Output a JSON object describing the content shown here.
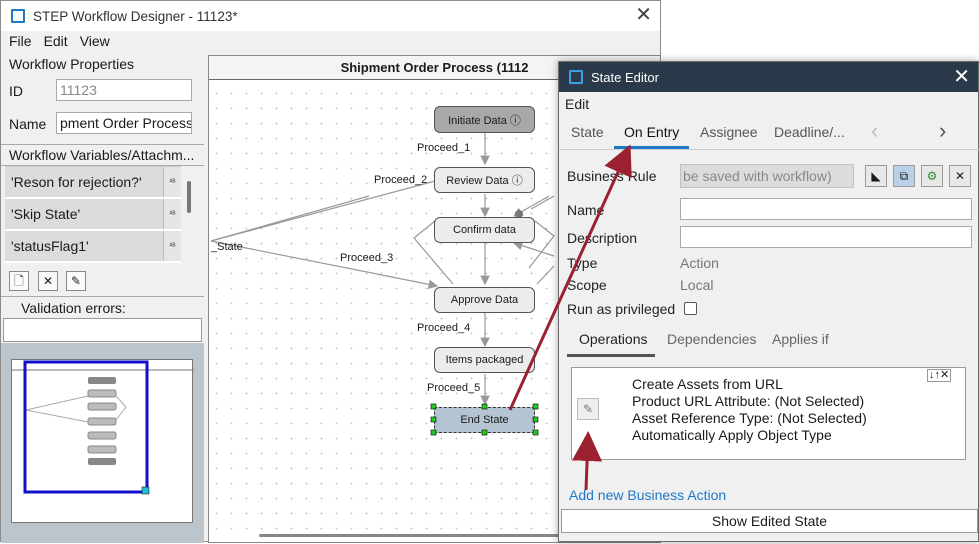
{
  "main_window": {
    "title": "STEP Workflow Designer - 11123*",
    "close_glyph": "✕",
    "menu": [
      "File",
      "Edit",
      "View"
    ]
  },
  "left_panel": {
    "workflow_properties_label": "Workflow Properties",
    "id_label": "ID",
    "id_value": "11123",
    "name_label": "Name",
    "name_value": "pment Order Process",
    "variables_label": "Workflow Variables/Attachm...",
    "variables": [
      "'Reson for rejection?'",
      "'Skip State'",
      "'statusFlag1'"
    ],
    "validation_label": "Validation errors:"
  },
  "diagram": {
    "title": "Shipment Order Process (1112",
    "nodes": {
      "initiate": "Initiate Data ⓘ",
      "review": "Review Data ⓘ",
      "confirm": "Confirm data",
      "approve": "Approve Data",
      "packaged": "Items packaged",
      "end": "End State"
    },
    "edges": {
      "p1": "Proceed_1",
      "p2": "Proceed_2",
      "p3": "Proceed_3",
      "p4": "Proceed_4",
      "p5": "Proceed_5",
      "state": "_State"
    }
  },
  "state_editor": {
    "title": "State Editor",
    "close_glyph": "✕",
    "menu_edit": "Edit",
    "tabs": [
      "State",
      "On Entry",
      "Assignee",
      "Deadline/..."
    ],
    "active_tab": "On Entry",
    "business_rule_label": "Business Rule",
    "business_rule_value": "be saved with workflow)",
    "name_label": "Name",
    "description_label": "Description",
    "type_label": "Type",
    "type_value": "Action",
    "scope_label": "Scope",
    "scope_value": "Local",
    "privileged_label": "Run as privileged",
    "subtabs": [
      "Operations",
      "Dependencies",
      "Applies if"
    ],
    "operation_lines": [
      "Create Assets from URL",
      "Product URL Attribute: (Not Selected)",
      "Asset Reference Type: (Not Selected)",
      "Automatically Apply Object Type"
    ],
    "add_link": "Add new Business Action",
    "show_button": "Show Edited State",
    "accent_color": "#1e78c8",
    "arrow_color": "#9b2030"
  }
}
